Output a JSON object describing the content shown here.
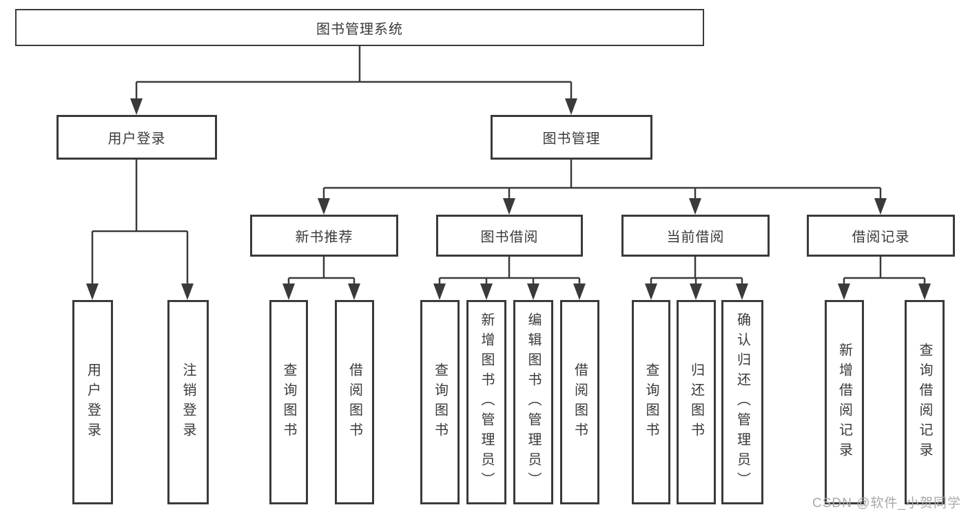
{
  "diagram": {
    "root": {
      "label": "图书管理系统"
    },
    "branches": [
      {
        "label": "用户登录",
        "leaves": [
          {
            "label": "用户登录"
          },
          {
            "label": "注销登录"
          }
        ]
      },
      {
        "label": "图书管理",
        "groups": [
          {
            "label": "新书推荐",
            "leaves": [
              {
                "label": "查询图书"
              },
              {
                "label": "借阅图书"
              }
            ]
          },
          {
            "label": "图书借阅",
            "leaves": [
              {
                "label": "查询图书"
              },
              {
                "label": "新增图书（管理员）"
              },
              {
                "label": "编辑图书（管理员）"
              },
              {
                "label": "借阅图书"
              }
            ]
          },
          {
            "label": "当前借阅",
            "leaves": [
              {
                "label": "查询图书"
              },
              {
                "label": "归还图书"
              },
              {
                "label": "确认归还（管理员）"
              }
            ]
          },
          {
            "label": "借阅记录",
            "leaves": [
              {
                "label": "新增借阅记录"
              },
              {
                "label": "查询借阅记录"
              }
            ]
          }
        ]
      }
    ]
  },
  "watermark": {
    "text": "CSDN @软件_小贺同学"
  },
  "colors": {
    "line": "#3a3a3a",
    "text": "#3a3a3a",
    "watermark": "#a9a9a9",
    "background": "#ffffff"
  }
}
